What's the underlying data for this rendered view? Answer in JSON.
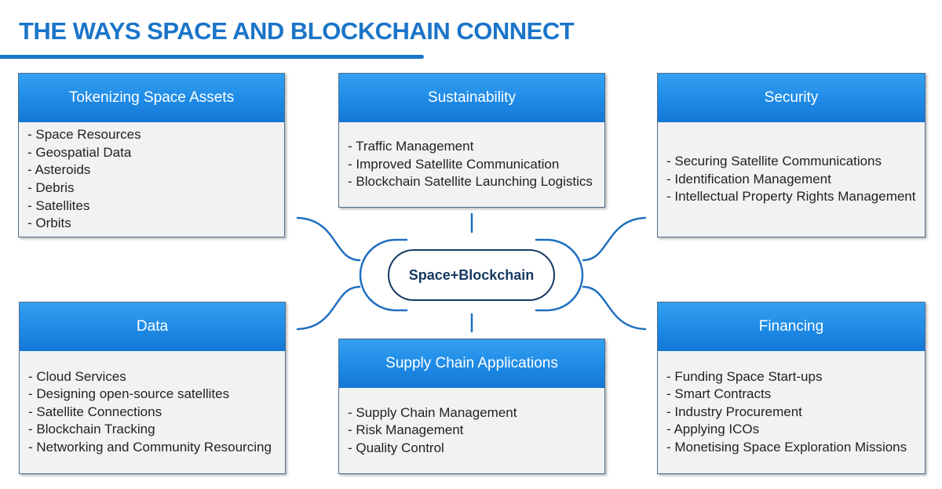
{
  "title": "THE WAYS SPACE AND BLOCKCHAIN CONNECT",
  "colors": {
    "accent": "#1b75c9",
    "hub": "#173a63",
    "connector": "#1f6fc0",
    "card_body": "#f2f2f2"
  },
  "hub": {
    "label": "Space+Blockchain"
  },
  "cards": {
    "tokenizing": {
      "heading": "Tokenizing Space Assets",
      "items": [
        "- Space Resources",
        "- Geospatial Data",
        "- Asteroids",
        "- Debris",
        "- Satellites",
        "- Orbits"
      ]
    },
    "sustainability": {
      "heading": "Sustainability",
      "items": [
        "- Traffic Management",
        "- Improved Satellite Communication",
        "- Blockchain Satellite Launching Logistics"
      ]
    },
    "security": {
      "heading": "Security",
      "items": [
        "- Securing Satellite Communications",
        "- Identification Management",
        "- Intellectual Property Rights Management"
      ]
    },
    "data": {
      "heading": "Data",
      "items": [
        "- Cloud Services",
        "- Designing open-source satellites",
        "- Satellite Connections",
        "- Blockchain Tracking",
        "- Networking and Community Resourcing"
      ]
    },
    "supply": {
      "heading": "Supply Chain Applications",
      "items": [
        "- Supply Chain Management",
        "- Risk Management",
        "- Quality Control"
      ]
    },
    "financing": {
      "heading": "Financing",
      "items": [
        "- Funding Space Start-ups",
        "- Smart Contracts",
        "- Industry Procurement",
        "- Applying ICOs",
        "- Monetising Space Exploration Missions"
      ]
    }
  }
}
